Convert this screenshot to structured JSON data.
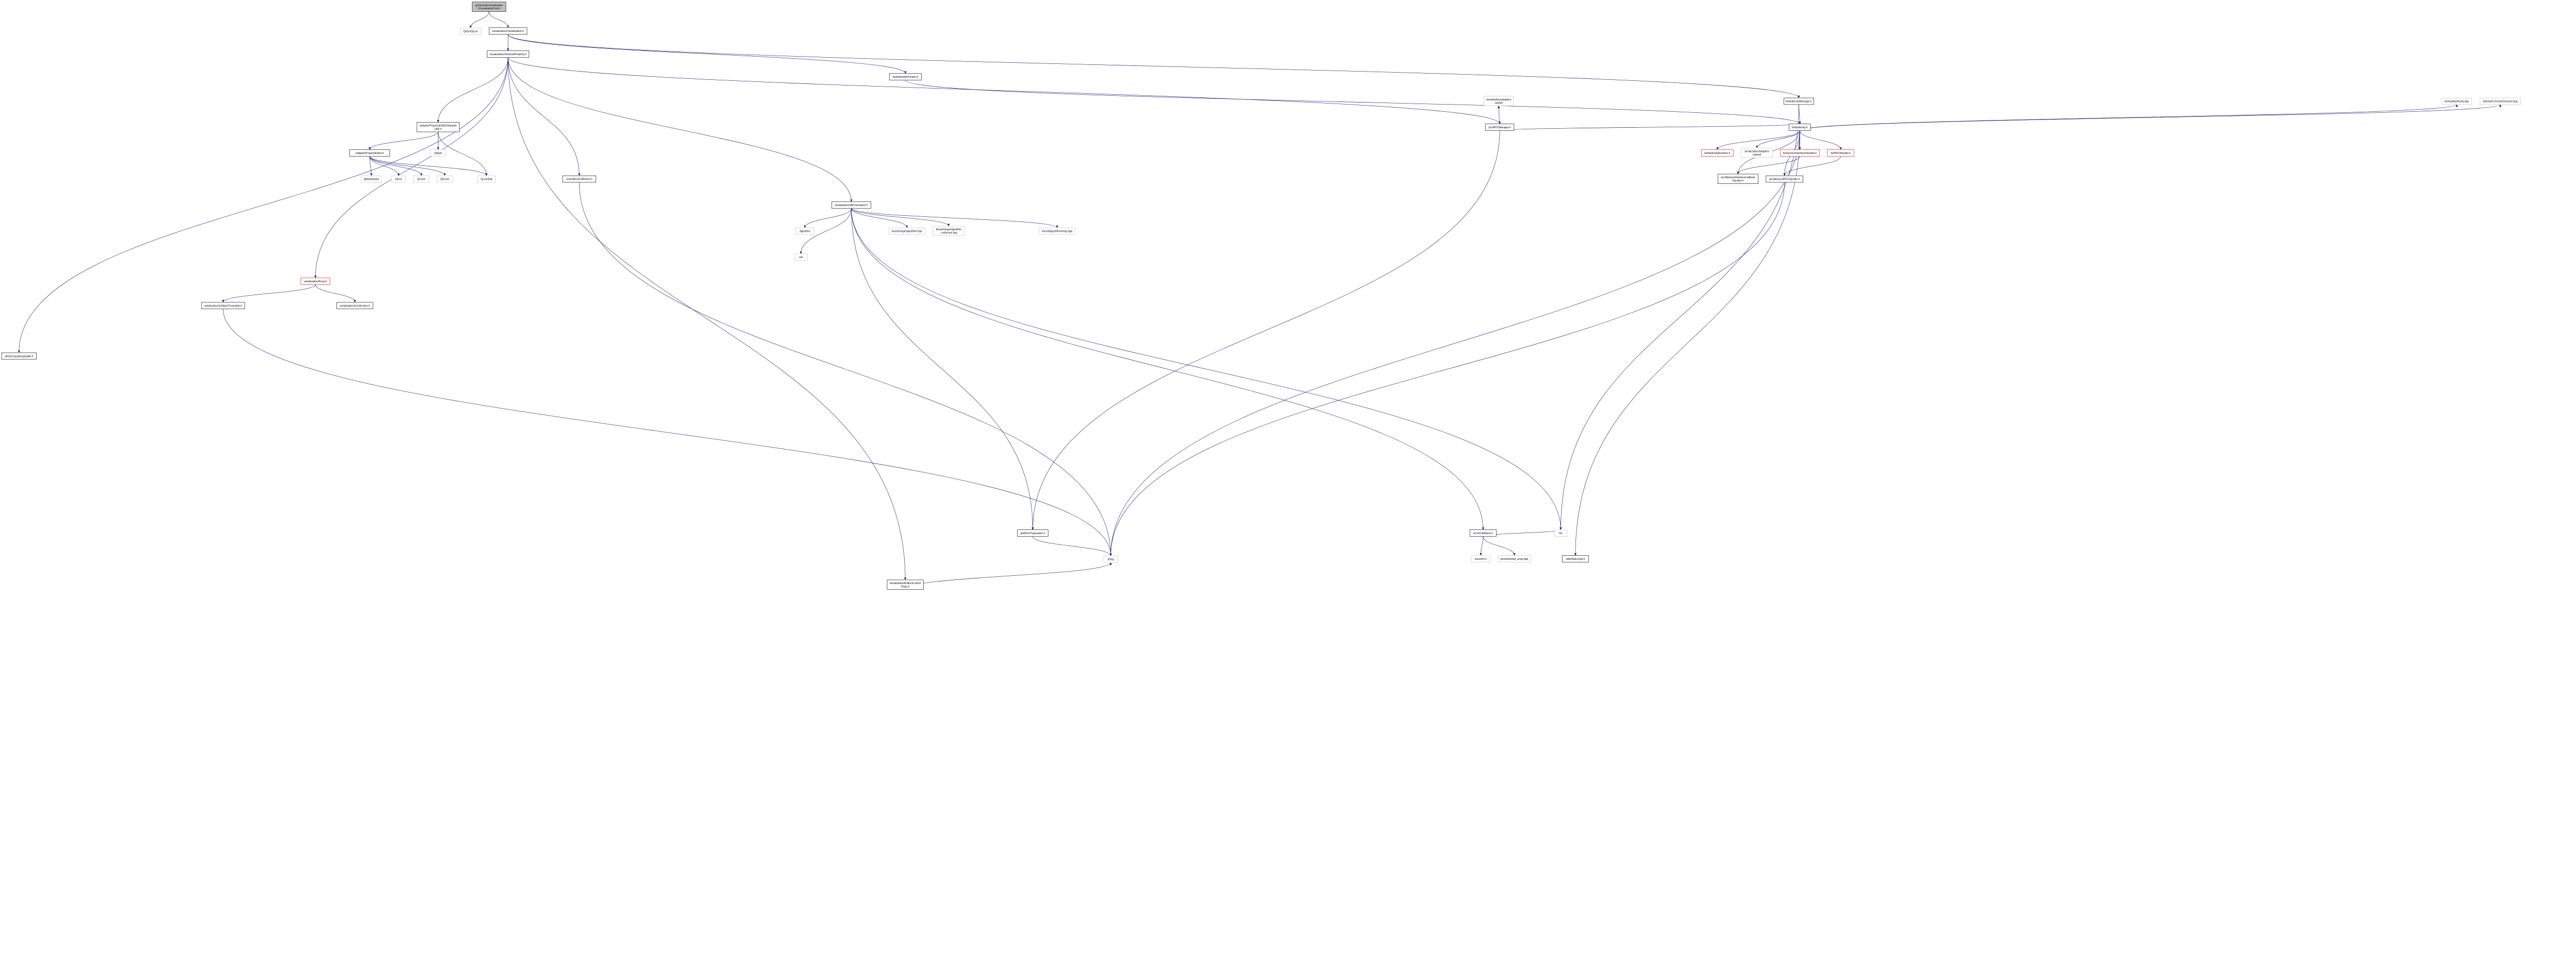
{
  "title": "Include dependency graph for gui/include/visualization/VisualizationTool.h",
  "colors": {
    "edge": "#191970",
    "root_fill": "#bfbfbf",
    "external_border": "#bfbfbf",
    "missing_border": "#ff0000"
  },
  "graph": {
    "nodes": [
      {
        "lines": [
          "gui/include/visualization",
          "/VisualizationTool.h"
        ],
        "kind": "root"
      },
      {
        "lines": [
          "QtGui/QIcon"
        ],
        "kind": "ext"
      },
      {
        "lines": [
          "visualization/Visualization.h"
        ],
        "kind": "normal"
      },
      {
        "lines": [
          "visualization/ChannelProperty.h"
        ],
        "kind": "normal"
      },
      {
        "lines": [
          "widgets/PropertyEditorDelegate",
          "Utils.h"
        ],
        "kind": "normal"
      },
      {
        "lines": [
          "widgets/PropertyEditor.h"
        ],
        "kind": "normal"
      },
      {
        "lines": [
          "QStyle"
        ],
        "kind": "ext"
      },
      {
        "lines": [
          "QModelIndex"
        ],
        "kind": "ext"
      },
      {
        "lines": [
          "QIcon"
        ],
        "kind": "ext"
      },
      {
        "lines": [
          "QColor"
        ],
        "kind": "ext"
      },
      {
        "lines": [
          "QEvent"
        ],
        "kind": "ext"
      },
      {
        "lines": [
          "QLineEdit"
        ],
        "kind": "ext"
      },
      {
        "lines": [
          "xml/XMLDomReflect.h"
        ],
        "kind": "normal"
      },
      {
        "lines": [
          "fw/AuthorityProvider.h"
        ],
        "kind": "normal"
      },
      {
        "lines": [
          "serialization/XMLSerializer.h"
        ],
        "kind": "normal"
      },
      {
        "lines": [
          "algorithm"
        ],
        "kind": "ext"
      },
      {
        "lines": [
          "boost/range/algorithm.hpp"
        ],
        "kind": "ext"
      },
      {
        "lines": [
          "boost/range/algorithm",
          "_ext/erase.hpp"
        ],
        "kind": "ext"
      },
      {
        "lines": [
          "boost/algorithm/string.hpp"
        ],
        "kind": "ext"
      },
      {
        "lines": [
          "set"
        ],
        "kind": "ext"
      },
      {
        "lines": [
          "serialization/adapters",
          "/std/list"
        ],
        "kind": "ext"
      },
      {
        "lines": [
          "rpc/RPCManager.h"
        ],
        "kind": "normal"
      },
      {
        "lines": [
          "fw/AuthorityManager.h"
        ],
        "kind": "normal"
      },
      {
        "lines": [
          "fw/Authority.h"
        ],
        "kind": "normal"
      },
      {
        "lines": [
          "fw/AuthorityRuntime.h"
        ],
        "kind": "red"
      },
      {
        "lines": [
          "serialization/adapters",
          "/std/set"
        ],
        "kind": "ext"
      },
      {
        "lines": [
          "fw/ServiceInterfaceHandler.h"
        ],
        "kind": "red"
      },
      {
        "lines": [
          "fw/RPCHandler.h"
        ],
        "kind": "red"
      },
      {
        "lines": [
          "rpc/AbstractInterfaceCallback",
          "Handler.h"
        ],
        "kind": "normal"
      },
      {
        "lines": [
          "rpc/AbstractRPCHandler.h"
        ],
        "kind": "normal"
      },
      {
        "lines": [
          "fw/impl/Authority.hpp"
        ],
        "kind": "ext"
      },
      {
        "lines": [
          "fw/impl/ConcreteChannel.hpp"
        ],
        "kind": "ext"
      },
      {
        "lines": [
          "serialization/Array.h"
        ],
        "kind": "red"
      },
      {
        "lines": [
          "serialization/IsObjectTrackable.h"
        ],
        "kind": "normal"
      },
      {
        "lines": [
          "serialization/IsCollection.h"
        ],
        "kind": "normal"
      },
      {
        "lines": [
          "utils/IsCopyAssignable.h"
        ],
        "kind": "normal"
      },
      {
        "lines": [
          "platform/Typename.h"
        ],
        "kind": "normal"
      },
      {
        "lines": [
          "string"
        ],
        "kind": "ext"
      },
      {
        "lines": [
          "serialization/ReflectControl",
          "Flags.h"
        ],
        "kind": "normal"
      },
      {
        "lines": [
          "error/CallStack.h"
        ],
        "kind": "normal"
      },
      {
        "lines": [
          "execinfo.h"
        ],
        "kind": "ext"
      },
      {
        "lines": [
          "boost/shared_array.hpp"
        ],
        "kind": "ext"
      },
      {
        "lines": [
          "list"
        ],
        "kind": "ext"
      },
      {
        "lines": [
          "utils/NoExcept.h"
        ],
        "kind": "normal"
      }
    ],
    "edges": [
      [
        0,
        1
      ],
      [
        0,
        2
      ],
      [
        2,
        3
      ],
      [
        3,
        4
      ],
      [
        4,
        5
      ],
      [
        4,
        6
      ],
      [
        4,
        11
      ],
      [
        5,
        7
      ],
      [
        5,
        8
      ],
      [
        5,
        9
      ],
      [
        5,
        10
      ],
      [
        5,
        11
      ],
      [
        3,
        12
      ],
      [
        2,
        13
      ],
      [
        13,
        23
      ],
      [
        3,
        14
      ],
      [
        14,
        15
      ],
      [
        14,
        16
      ],
      [
        14,
        17
      ],
      [
        14,
        18
      ],
      [
        14,
        19
      ],
      [
        3,
        21
      ],
      [
        21,
        20
      ],
      [
        21,
        23
      ],
      [
        2,
        22
      ],
      [
        22,
        23
      ],
      [
        23,
        24
      ],
      [
        23,
        25
      ],
      [
        23,
        26
      ],
      [
        23,
        27
      ],
      [
        26,
        28
      ],
      [
        27,
        29
      ],
      [
        23,
        28
      ],
      [
        23,
        29
      ],
      [
        23,
        30
      ],
      [
        23,
        31
      ],
      [
        3,
        32
      ],
      [
        32,
        33
      ],
      [
        32,
        34
      ],
      [
        3,
        35
      ],
      [
        14,
        36
      ],
      [
        36,
        37
      ],
      [
        3,
        38
      ],
      [
        14,
        39
      ],
      [
        39,
        40
      ],
      [
        39,
        41
      ],
      [
        39,
        42
      ],
      [
        23,
        43
      ],
      [
        21,
        36
      ],
      [
        23,
        37
      ],
      [
        12,
        37
      ],
      [
        38,
        37
      ],
      [
        33,
        37
      ],
      [
        14,
        42
      ],
      [
        29,
        37
      ],
      [
        22,
        42
      ]
    ]
  }
}
